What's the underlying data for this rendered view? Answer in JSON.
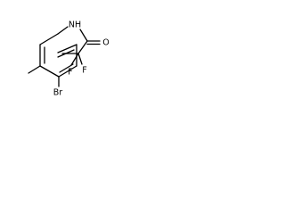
{
  "structure": {
    "atoms": {
      "nh": "NH",
      "o": "O",
      "br": "Br",
      "f_top": "F",
      "f_bottom": "F"
    }
  }
}
